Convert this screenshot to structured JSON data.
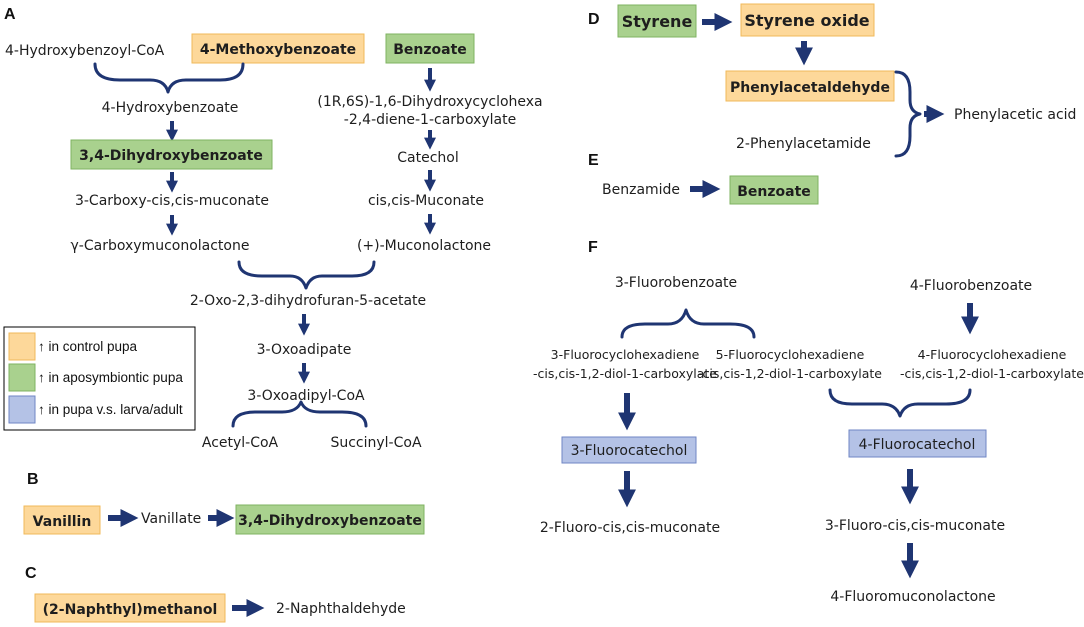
{
  "panels": {
    "a": "A",
    "b": "B",
    "c": "C",
    "d": "D",
    "e": "E",
    "f": "F"
  },
  "colors": {
    "control": "#fdd89a",
    "aposymbiontic": "#a9d18e",
    "pupa_vs": "#b4c2e6",
    "arrow": "#1f3572"
  },
  "legend": {
    "control": "↑ in control pupa",
    "aposymbiontic": "↑ in aposymbiontic pupa",
    "pupa_vs": "↑ in pupa v.s. larva/adult"
  },
  "a": {
    "hydroxybenzoyl_coa": "4-Hydroxybenzoyl-CoA",
    "methoxybenzoate": "4-Methoxybenzoate",
    "benzoate": "Benzoate",
    "hydroxybenzoate": "4-Hydroxybenzoate",
    "dihydroxycyclohexa_1": "(1R,6S)-1,6-Dihydroxycyclohexa",
    "dihydroxycyclohexa_2": "-2,4-diene-1-carboxylate",
    "dihydroxybenzoate": "3,4-Dihydroxybenzoate",
    "catechol": "Catechol",
    "carboxy_muconate": "3-Carboxy-cis,cis-muconate",
    "cis_muconate": "cis,cis-Muconate",
    "carboxymuconolactone": "γ-Carboxymuconolactone",
    "muconolactone": "(+)-Muconolactone",
    "oxo_dihydrofuran": "2-Oxo-2,3-dihydrofuran-5-acetate",
    "oxoadipate": "3-Oxoadipate",
    "oxoadipyl_coa": "3-Oxoadipyl-CoA",
    "acetyl_coa": "Acetyl-CoA",
    "succinyl_coa": "Succinyl-CoA"
  },
  "b": {
    "vanillin": "Vanillin",
    "vanillate": "Vanillate",
    "dihydroxybenzoate": "3,4-Dihydroxybenzoate"
  },
  "c": {
    "naphthyl_methanol": "(2-Naphthyl)methanol",
    "naphthaldehyde": "2-Naphthaldehyde"
  },
  "d": {
    "styrene": "Styrene",
    "styrene_oxide": "Styrene oxide",
    "phenylacetaldehyde": "Phenylacetaldehyde",
    "phenylacetamide": "2-Phenylacetamide",
    "phenylacetic_acid": "Phenylacetic acid"
  },
  "e": {
    "benzamide": "Benzamide",
    "benzoate": "Benzoate"
  },
  "f": {
    "fluorobenzoate_3": "3-Fluorobenzoate",
    "fluorobenzoate_4": "4-Fluorobenzoate",
    "fcd3_1": "3-Fluorocyclohexadiene",
    "fcd3_2": "-cis,cis-1,2-diol-1-carboxylate",
    "fcd5_1": "5-Fluorocyclohexadiene",
    "fcd5_2": "-cis,cis-1,2-diol-1-carboxylate",
    "fcd4_1": "4-Fluorocyclohexadiene",
    "fcd4_2": "-cis,cis-1,2-diol-1-carboxylate",
    "fluorocatechol_3": "3-Fluorocatechol",
    "fluorocatechol_4": "4-Fluorocatechol",
    "fluoro_muconate_2": "2-Fluoro-cis,cis-muconate",
    "fluoro_muconate_3": "3-Fluoro-cis,cis-muconate",
    "fluoromuconolactone": "4-Fluoromuconolactone"
  }
}
